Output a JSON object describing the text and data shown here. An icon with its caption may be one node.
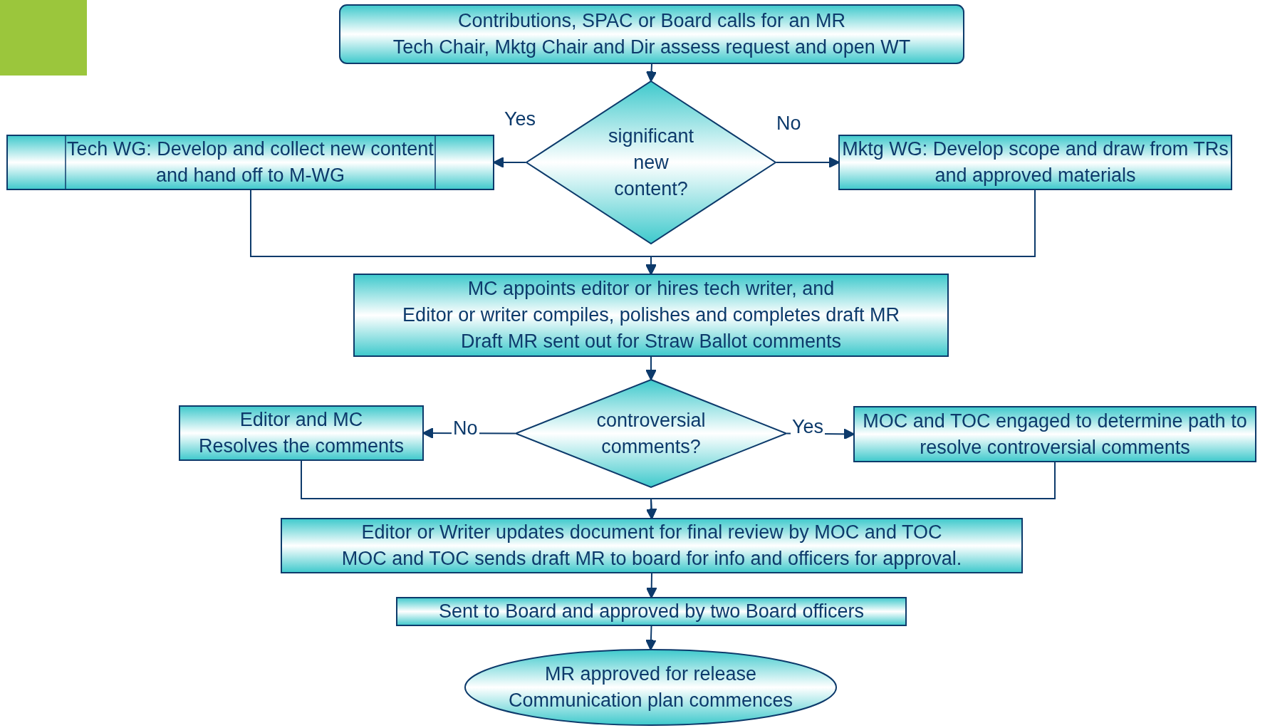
{
  "diagram": {
    "nodes": [
      {
        "text": [
          "Contributions, SPAC or Board calls for an MR",
          "Tech Chair, Mktg Chair and Dir assess request and open WT"
        ]
      },
      {
        "text": [
          "significant new content?"
        ]
      },
      {
        "text": [
          "Tech WG: Develop and collect new content and hand off to M-WG"
        ]
      },
      {
        "text": [
          "Mktg WG: Develop scope and draw from TRs and approved materials"
        ]
      },
      {
        "text": [
          "MC appoints editor or hires tech writer, and",
          "Editor or writer compiles, polishes and completes draft MR",
          "Draft MR sent out for Straw Ballot comments"
        ]
      },
      {
        "text": [
          "controversial comments?"
        ]
      },
      {
        "text": [
          "Editor and MC",
          "Resolves the comments"
        ]
      },
      {
        "text": [
          "MOC and TOC engaged to determine path to resolve controversial comments"
        ]
      },
      {
        "text": [
          "Editor or Writer updates document for final review by MOC and TOC",
          "MOC and TOC sends draft MR to board for info and officers for approval."
        ]
      },
      {
        "text": [
          "Sent to Board and approved by two Board officers"
        ]
      },
      {
        "text": [
          "MR approved for release",
          "Communication plan commences"
        ]
      }
    ],
    "edges": [
      {
        "from": 0,
        "to": 1,
        "arrow": "to"
      },
      {
        "from": 1,
        "to": 2,
        "arrow": "to",
        "label": "Yes"
      },
      {
        "from": 1,
        "to": 3,
        "arrow": "to",
        "label": "No"
      },
      {
        "from": 2,
        "to": 4,
        "arrow": "to"
      },
      {
        "from": 3,
        "to": 4,
        "arrow": "to"
      },
      {
        "from": 4,
        "to": 5,
        "arrow": "to"
      },
      {
        "from": 5,
        "to": 6,
        "arrow": "to",
        "label": "No"
      },
      {
        "from": 5,
        "to": 7,
        "arrow": "to",
        "label": "Yes"
      },
      {
        "from": 6,
        "to": 8,
        "arrow": "to"
      },
      {
        "from": 7,
        "to": 8,
        "arrow": "to"
      },
      {
        "from": 8,
        "to": 9,
        "arrow": "to"
      },
      {
        "from": 9,
        "to": 10,
        "arrow": "to"
      }
    ]
  }
}
